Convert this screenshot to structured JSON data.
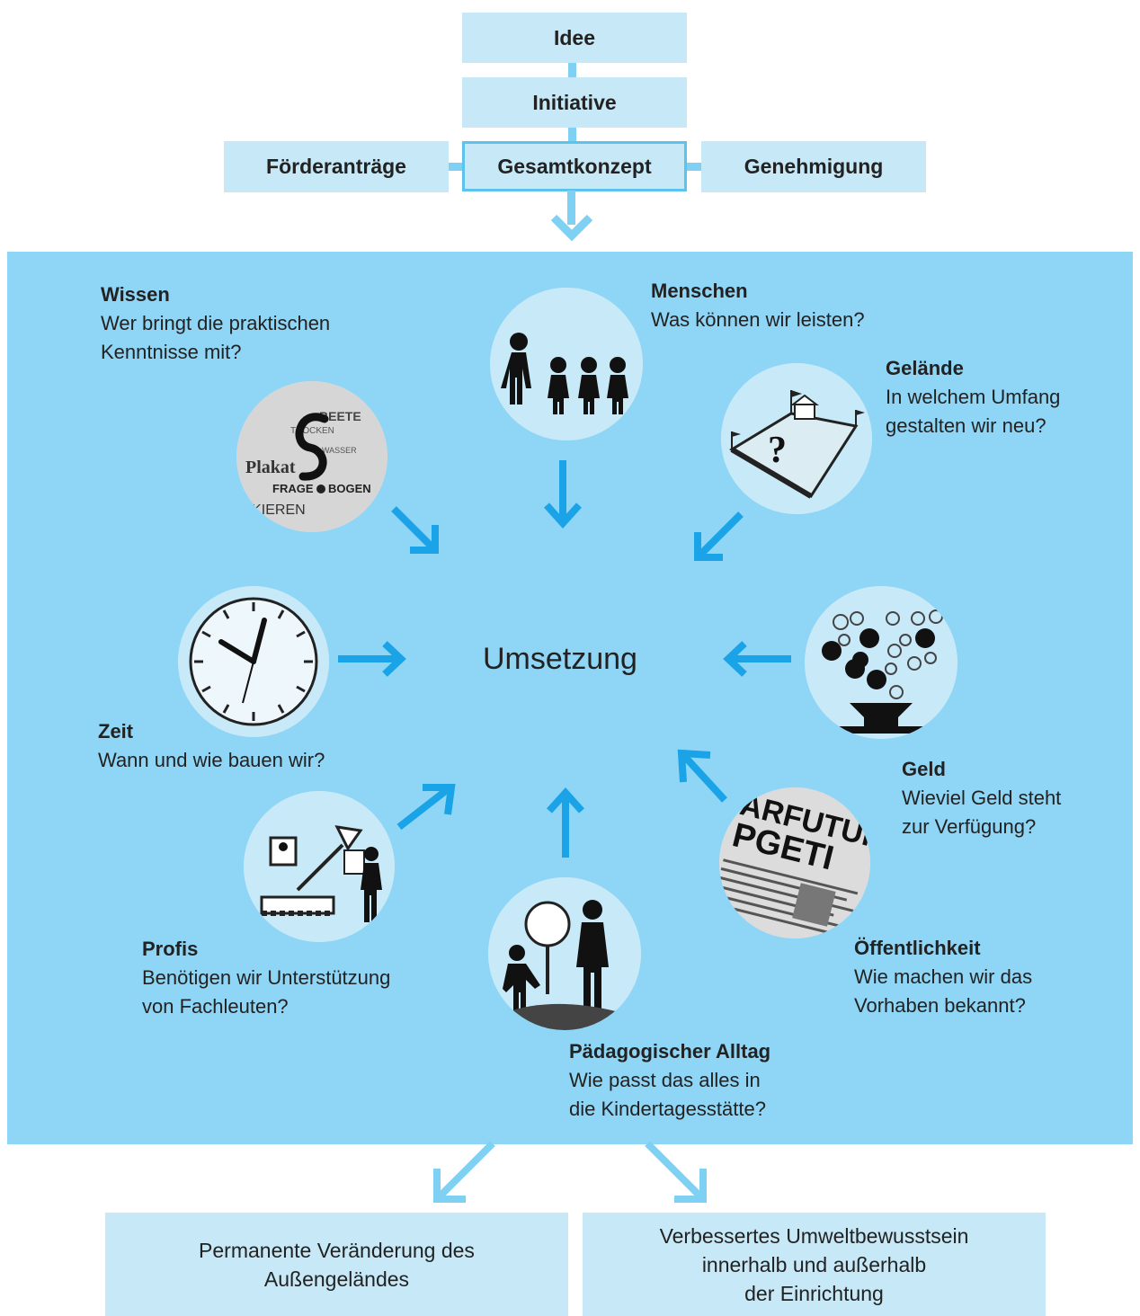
{
  "top_chain": {
    "idee": "Idee",
    "initiative": "Initiative",
    "foerderantraege": "Förderanträge",
    "gesamtkonzept": "Gesamtkonzept",
    "genehmigung": "Genehmigung"
  },
  "center": "Umsetzung",
  "nodes": {
    "wissen": {
      "title": "Wissen",
      "desc": "Wer bringt die praktischen\nKenntnisse mit?"
    },
    "menschen": {
      "title": "Menschen",
      "desc": "Was können wir leisten?"
    },
    "gelaende": {
      "title": "Gelände",
      "desc": "In welchem Umfang\ngestalten wir neu?"
    },
    "zeit": {
      "title": "Zeit",
      "desc": "Wann und wie bauen wir?"
    },
    "geld": {
      "title": "Geld",
      "desc": "Wieviel Geld steht\nzur Verfügung?"
    },
    "profis": {
      "title": "Profis",
      "desc": "Benötigen wir Unterstützung\nvon Fachleuten?"
    },
    "oeffentlichkeit": {
      "title": "Öffentlichkeit",
      "desc": "Wie machen wir das\nVorhaben bekannt?"
    },
    "alltag": {
      "title": "Pädagogischer Alltag",
      "desc": "Wie passt das alles in\ndie Kindertagesstätte?"
    }
  },
  "results": {
    "left": "Permanente Veränderung des\nAußengeländes",
    "right": "Verbessertes Umweltbewusstsein\ninnerhalb und außerhalb\nder Einrichtung"
  },
  "image_texts": {
    "wissen": [
      "BEETE",
      "TROCKEN",
      "Plakat",
      "FRAGE",
      "BOGEN",
      "PIKIEREN",
      "WASSER"
    ],
    "oeffentlichkeit": [
      "ARFUTUR",
      "PGETI"
    ]
  },
  "colors": {
    "panel": "#8ed5f6",
    "box": "#c6e8f7",
    "arrow": "#1aa3e6",
    "connector": "#7fd1f3"
  }
}
